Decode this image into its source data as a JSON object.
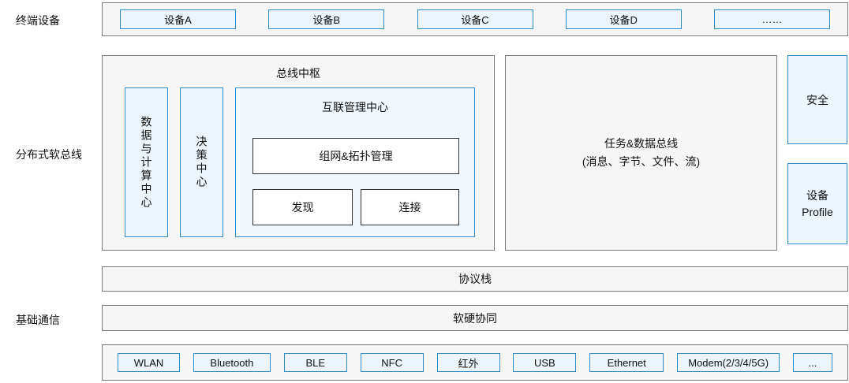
{
  "section_labels": {
    "terminal_devices": "终端设备",
    "distributed_softbus": "分布式软总线",
    "basic_communication": "基础通信"
  },
  "terminal_row": {
    "devices": [
      "设备A",
      "设备B",
      "设备C",
      "设备D",
      "……"
    ]
  },
  "softbus": {
    "bus_hub": {
      "title": "总线中枢",
      "data_compute_center": "数据与计算中心",
      "decision_center": "决策中心",
      "interconnect_center": {
        "title": "互联管理中心",
        "topology_mgmt": "组网&拓扑管理",
        "discovery": "发现",
        "connection": "连接"
      }
    },
    "task_data_bus": {
      "line1": "任务&数据总线",
      "line2": "(消息、字节、文件、流)"
    },
    "security": "安全",
    "device_profile": {
      "line1": "设备",
      "line2": "Profile"
    }
  },
  "protocol_stack": "协议栈",
  "hw_sw_synergy": "软硬协同",
  "basic_comm_row": [
    "WLAN",
    "Bluetooth",
    "BLE",
    "NFC",
    "红外",
    "USB",
    "Ethernet",
    "Modem(2/3/4/5G)",
    "..."
  ],
  "colors": {
    "blue_border": "#2e8ac9",
    "blue_fill": "#ecf5fc",
    "gray_border": "#7b7b7b",
    "gray_fill": "#f6f6f7",
    "white_box_border": "#303030"
  }
}
